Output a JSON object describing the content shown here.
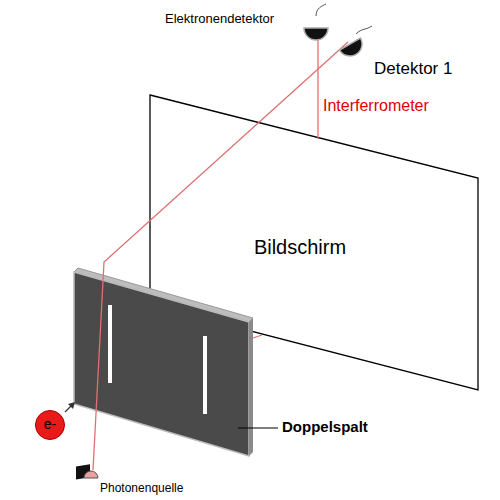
{
  "diagram": {
    "nodes": [
      {
        "text": [
          "Bildschirm"
        ]
      },
      {
        "text": [
          "e-"
        ]
      }
    ],
    "labels": [
      "Elektronendetektor",
      "Detektor 1",
      "Interferrometer",
      "Doppelspalt",
      "Photonenquelle"
    ]
  }
}
